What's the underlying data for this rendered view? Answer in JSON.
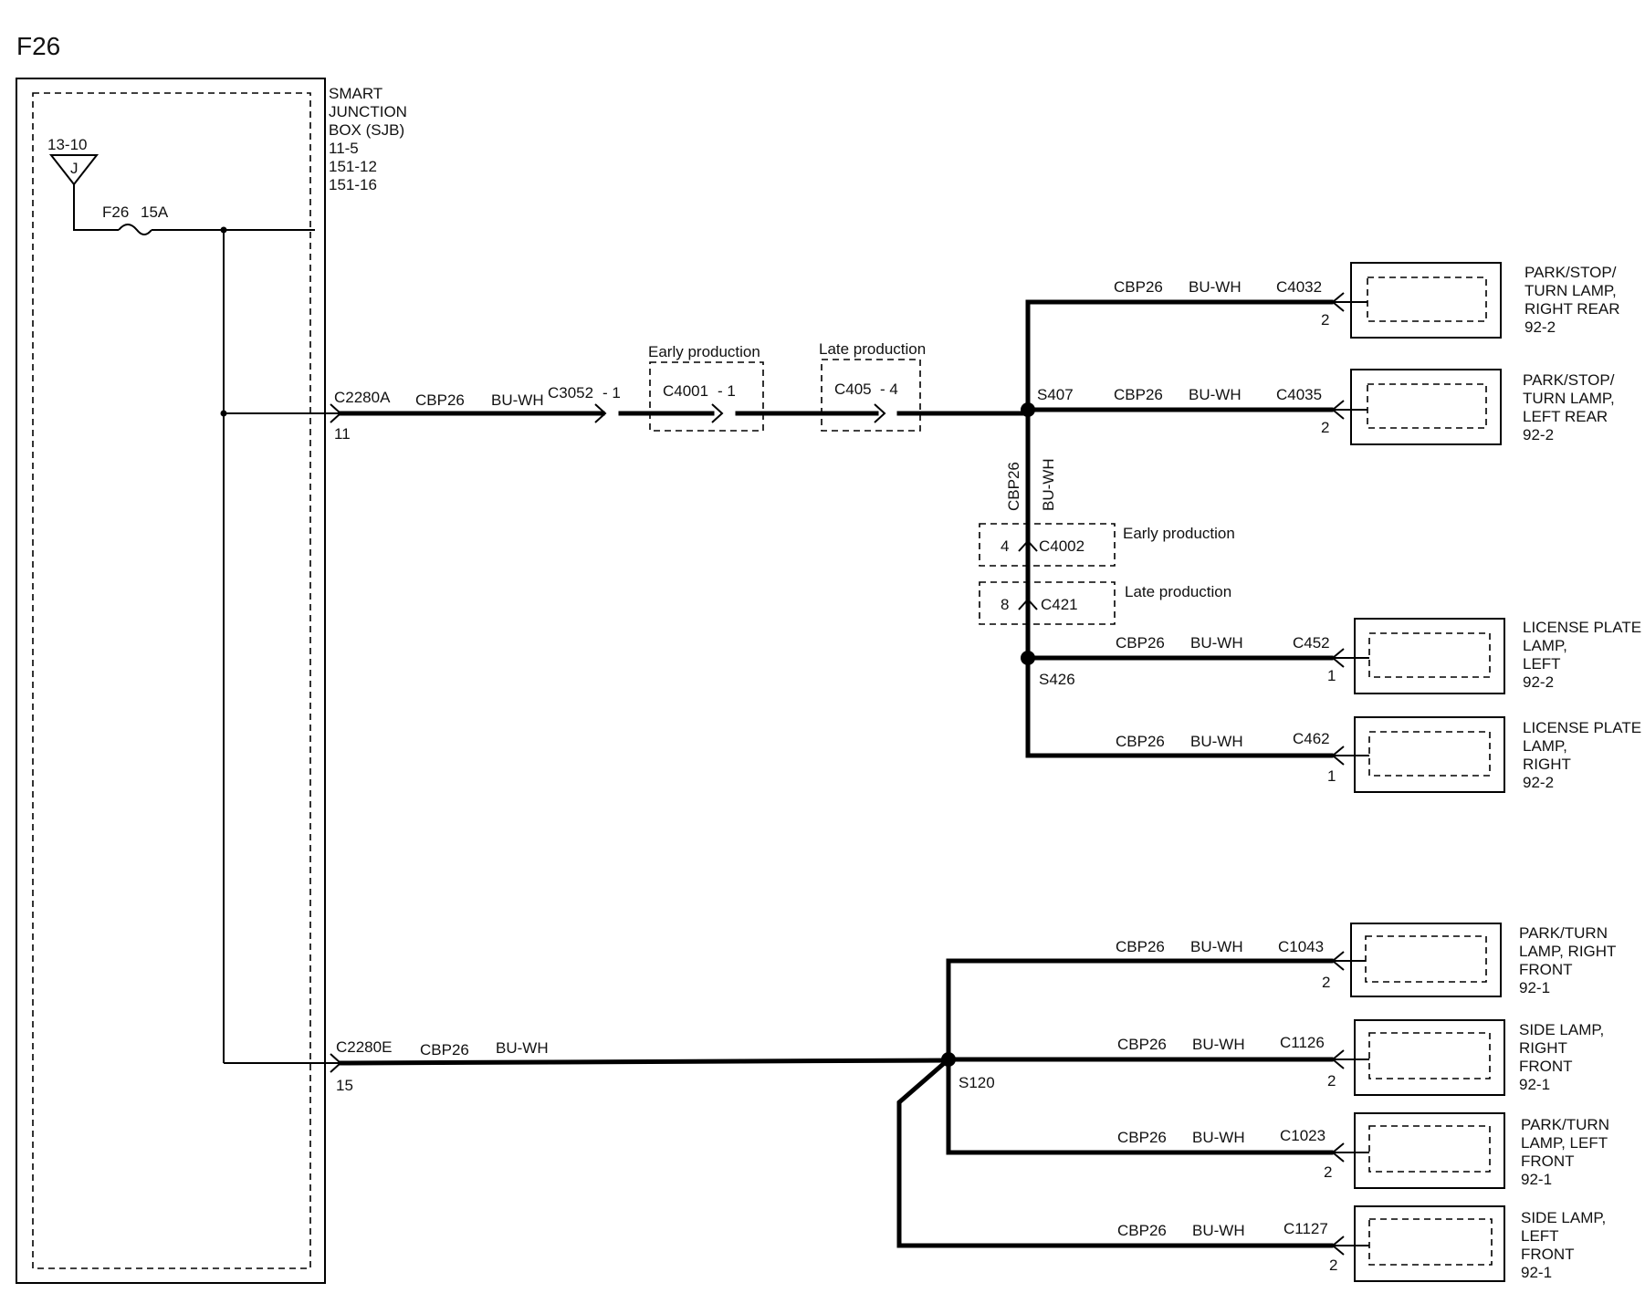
{
  "title": "F26",
  "sjb": {
    "lines": [
      "SMART",
      "JUNCTION",
      "BOX (SJB)",
      "11-5",
      "151-12",
      "151-16"
    ],
    "feed_ref": "13-10",
    "feed_letter": "J",
    "fuse_label": "F26",
    "fuse_rating": "15A"
  },
  "rear_run": {
    "conn": "C2280A",
    "pin": "11",
    "circuit": "CBP26",
    "color": "BU-WH",
    "c3052": "C3052",
    "c3052_pin": "- 1",
    "early_label": "Early production",
    "c4001": "C4001",
    "c4001_pin": "- 1",
    "late_label": "Late production",
    "c405": "C405",
    "c405_pin": "- 4",
    "splice": "S407"
  },
  "vertical_run": {
    "circuit": "CBP26",
    "color": "BU-WH",
    "c4002_pin": "4",
    "c4002": "C4002",
    "early_label": "Early production",
    "c421_pin": "8",
    "c421": "C421",
    "late_label": "Late production",
    "splice": "S426"
  },
  "front_run": {
    "conn": "C2280E",
    "pin": "15",
    "circuit": "CBP26",
    "color": "BU-WH",
    "splice": "S120"
  },
  "loads": [
    {
      "circuit": "CBP26",
      "color": "BU-WH",
      "connector": "C4032",
      "pin": "2",
      "name": [
        "PARK/STOP/",
        "TURN LAMP,",
        "RIGHT REAR",
        "92-2"
      ]
    },
    {
      "circuit": "CBP26",
      "color": "BU-WH",
      "connector": "C4035",
      "pin": "2",
      "name": [
        "PARK/STOP/",
        "TURN LAMP,",
        "LEFT REAR",
        "92-2"
      ]
    },
    {
      "circuit": "CBP26",
      "color": "BU-WH",
      "connector": "C452",
      "pin": "1",
      "name": [
        "LICENSE PLATE",
        "LAMP,",
        "LEFT",
        "92-2"
      ]
    },
    {
      "circuit": "CBP26",
      "color": "BU-WH",
      "connector": "C462",
      "pin": "1",
      "name": [
        "LICENSE PLATE",
        "LAMP,",
        "RIGHT",
        "92-2"
      ]
    },
    {
      "circuit": "CBP26",
      "color": "BU-WH",
      "connector": "C1043",
      "pin": "2",
      "name": [
        "PARK/TURN",
        "LAMP, RIGHT",
        "FRONT",
        "92-1"
      ]
    },
    {
      "circuit": "CBP26",
      "color": "BU-WH",
      "connector": "C1126",
      "pin": "2",
      "name": [
        "SIDE LAMP,",
        "RIGHT",
        "FRONT",
        "92-1"
      ]
    },
    {
      "circuit": "CBP26",
      "color": "BU-WH",
      "connector": "C1023",
      "pin": "2",
      "name": [
        "PARK/TURN",
        "LAMP, LEFT",
        "FRONT",
        "92-1"
      ]
    },
    {
      "circuit": "CBP26",
      "color": "BU-WH",
      "connector": "C1127",
      "pin": "2",
      "name": [
        "SIDE LAMP,",
        "LEFT",
        "FRONT",
        "92-1"
      ]
    }
  ]
}
